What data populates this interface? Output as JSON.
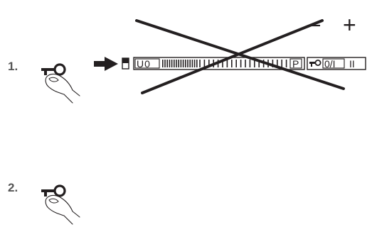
{
  "steps": [
    {
      "number": "1."
    },
    {
      "number": "2."
    }
  ],
  "panel": {
    "display_text": "U0",
    "p_label": "P",
    "mode_label": "0/I",
    "mode_bars": "II",
    "minus": "−",
    "plus": "+"
  },
  "icons": {
    "step1": "key-press-hand-icon",
    "step2": "key-press-hand-icon",
    "arrow": "right-arrow-icon",
    "panel_lock": "key-icon",
    "cross": "crossed-out-mark"
  },
  "colors": {
    "ink": "#231f20",
    "text": "#555555"
  }
}
